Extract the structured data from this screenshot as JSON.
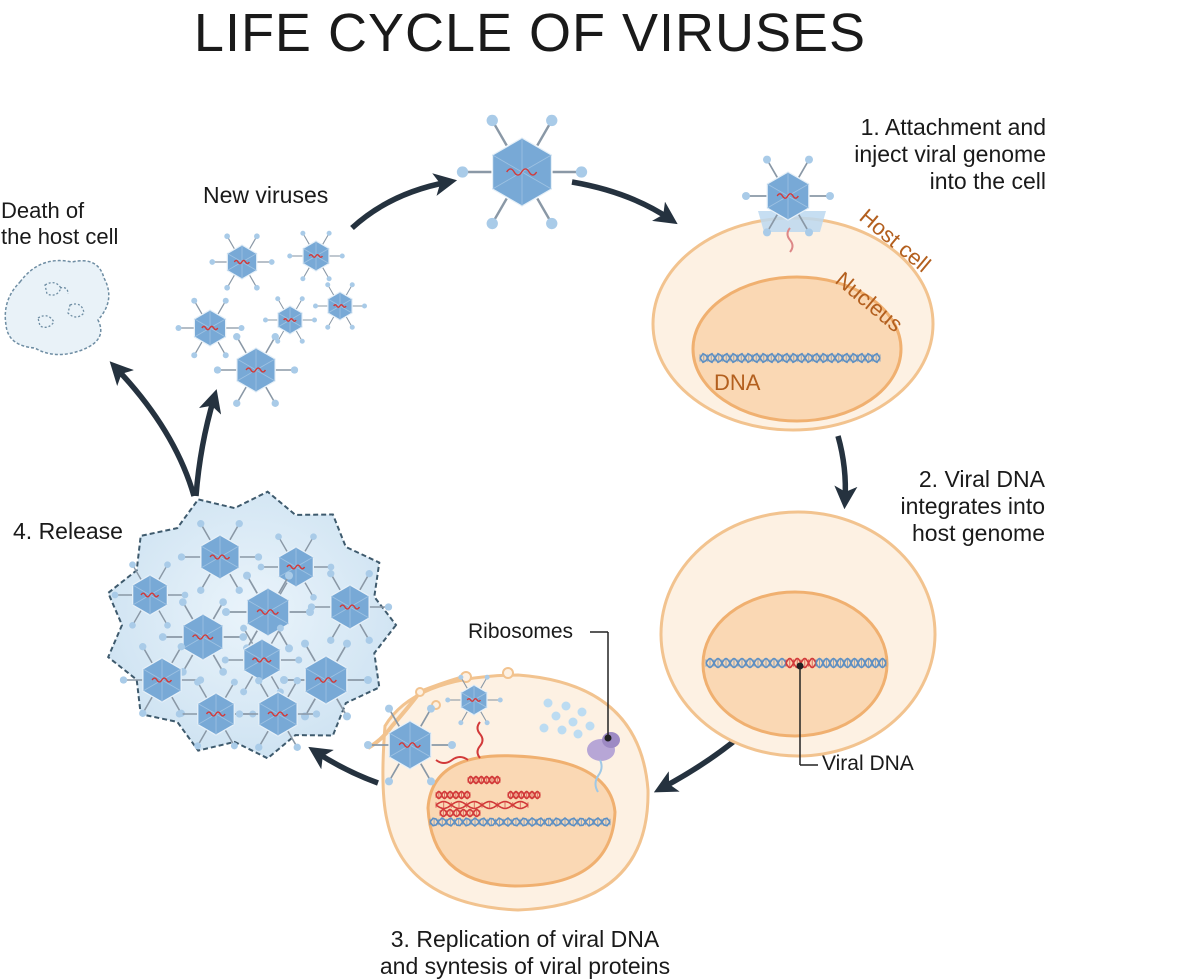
{
  "title": "LIFE CYCLE OF VIRUSES",
  "steps": {
    "attachment": [
      "1. Attachment and",
      "inject viral genome",
      "into the cell"
    ],
    "integration": [
      "2. Viral DNA",
      "integrates into",
      "host genome"
    ],
    "replication": [
      "3. Replication of viral DNA",
      "and syntesis of viral proteins"
    ],
    "release": "4. Release"
  },
  "labels": {
    "new_viruses": "New viruses",
    "death": [
      "Death of",
      "the host cell"
    ],
    "host_cell": "Host cell",
    "nucleus": "Nucleus",
    "dna": "DNA",
    "ribosomes": "Ribosomes",
    "viral_dna": "Viral DNA"
  },
  "colors": {
    "cell_fill": "#fdf1e3",
    "cell_stroke": "#f2c38f",
    "nucleus_fill": "#fad8b4",
    "nucleus_stroke": "#f0b070",
    "virus_fill": "#78a9d6",
    "virus_stroke": "#5a8fc0",
    "arrow": "#25323f",
    "label_brown": "#b35f1e",
    "viral_dna": "#d23a3a"
  },
  "icons": [
    "virus-icon",
    "dna-helix-icon",
    "ribosome-icon",
    "cell-icon",
    "arrow-icon"
  ]
}
